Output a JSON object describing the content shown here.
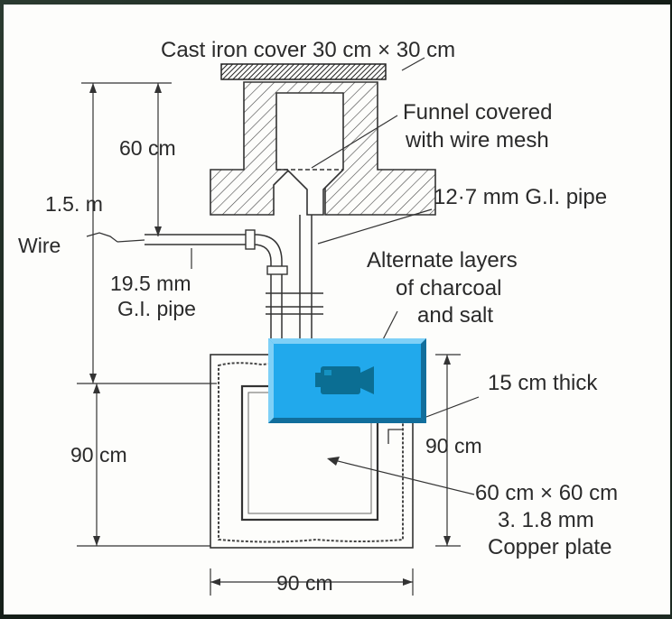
{
  "diagram": {
    "labels": {
      "cover": "Cast iron cover 30 cm × 30 cm",
      "funnel_line1": "Funnel covered",
      "funnel_line2": "with wire mesh",
      "gi_pipe_12": "12·7 mm G.I. pipe",
      "height_60": "60 cm",
      "height_1_5": "1.5. m",
      "wire": "Wire",
      "gi_pipe_19_line1": "19.5 mm",
      "gi_pipe_19_line2": "G.I. pipe",
      "layers_line1": "Alternate layers",
      "layers_line2": "of charcoal",
      "layers_line3": "and salt",
      "thick_15": "15 cm thick",
      "height_90_left": "90 cm",
      "height_90_right": "90 cm",
      "plate_line1": "60 cm × 60 cm",
      "plate_line2": "3. 1.8 mm",
      "plate_line3": "Copper plate",
      "width_90": "90 cm"
    },
    "overlay": {
      "button_color": "#21a9ec",
      "icon": "video-camera-icon",
      "icon_color": "#0b6e93"
    }
  }
}
